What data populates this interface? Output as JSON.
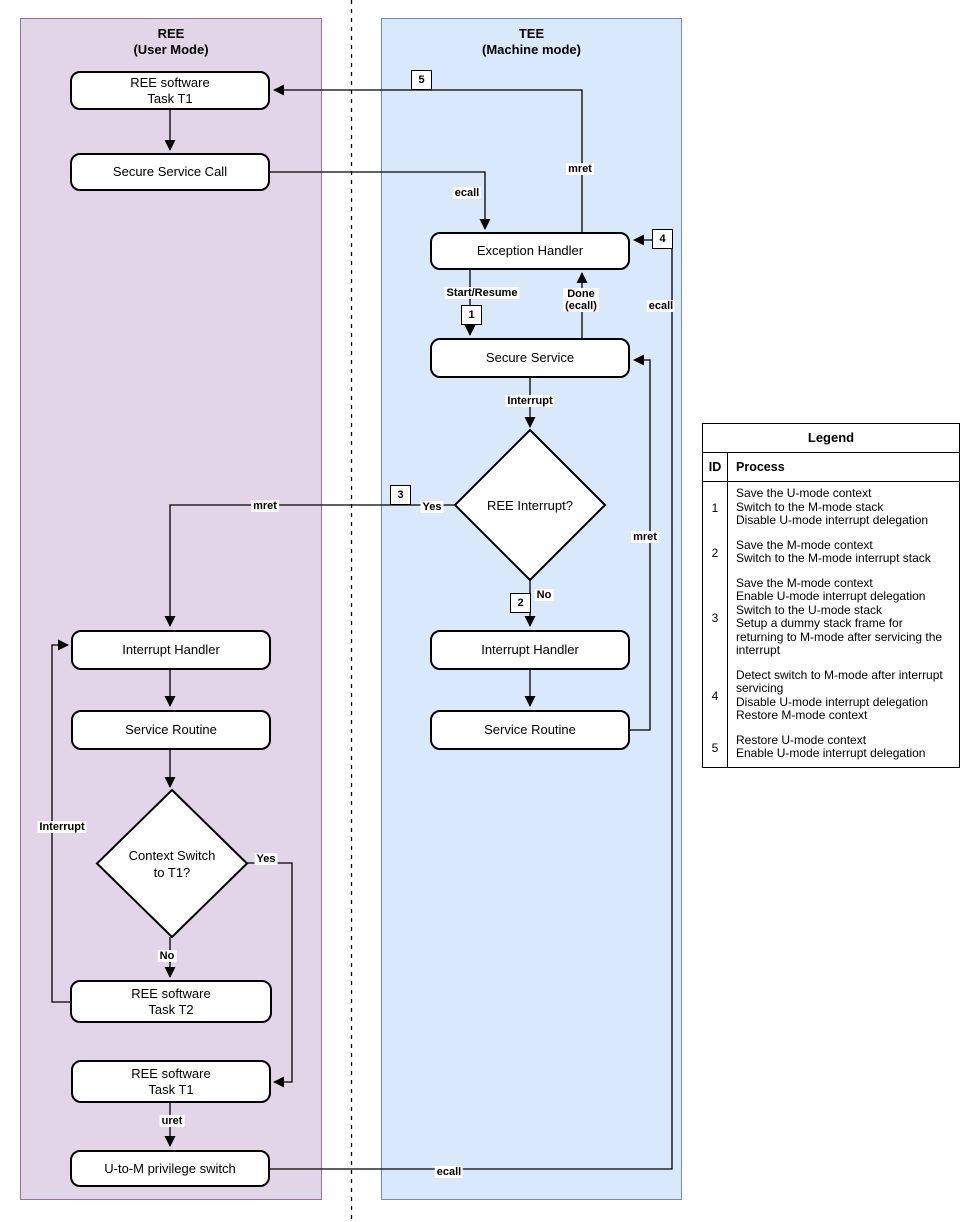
{
  "panels": {
    "ree": {
      "title": "REE",
      "subtitle": "(User Mode)",
      "fill": "#E1D5E7",
      "border": "#9673A6"
    },
    "tee": {
      "title": "TEE",
      "subtitle": "(Machine mode)",
      "fill": "#DAE8FC",
      "border": "#6C8EBF"
    }
  },
  "nodes": {
    "ree_task_t1_top": "REE software\nTask T1",
    "ree_secure_service_call": "Secure Service Call",
    "tee_exception_handler": "Exception Handler",
    "tee_secure_service": "Secure Service",
    "tee_ree_interrupt_decision": "REE Interrupt?",
    "tee_interrupt_handler": "Interrupt Handler",
    "tee_service_routine": "Service Routine",
    "ree_interrupt_handler": "Interrupt Handler",
    "ree_service_routine": "Service Routine",
    "ree_context_switch_decision": "Context Switch\nto T1?",
    "ree_task_t2": "REE software\nTask T2",
    "ree_task_t1_bottom": "REE software\nTask T1",
    "ree_u_to_m_switch": "U-to-M privilege switch"
  },
  "edge_labels": {
    "ecall_top": "ecall",
    "mret_top": "mret",
    "start_resume": "Start/Resume",
    "done_ecall": "Done\n(ecall)",
    "ecall_right": "ecall",
    "interrupt_tee": "Interrupt",
    "yes_tee": "Yes",
    "mret_cross": "mret",
    "no_tee": "No",
    "mret_right": "mret",
    "interrupt_ree": "Interrupt",
    "yes_ree": "Yes",
    "no_ree": "No",
    "uret": "uret",
    "ecall_bottom": "ecall"
  },
  "badges": {
    "b1": "1",
    "b2": "2",
    "b3": "3",
    "b4": "4",
    "b5": "5"
  },
  "legend": {
    "title": "Legend",
    "columns": {
      "id": "ID",
      "process": "Process"
    },
    "rows": [
      {
        "id": "1",
        "process": "Save the U-mode context\nSwitch to the M-mode stack\nDisable U-mode interrupt delegation"
      },
      {
        "id": "2",
        "process": "Save the M-mode context\nSwitch to the M-mode interrupt stack"
      },
      {
        "id": "3",
        "process": "Save the M-mode context\nEnable U-mode interrupt delegation\nSwitch to the U-mode stack\nSetup a dummy stack frame for returning to M-mode after servicing the interrupt"
      },
      {
        "id": "4",
        "process": "Detect switch to M-mode after interrupt servicing\nDisable U-mode interrupt delegation\nRestore M-mode context"
      },
      {
        "id": "5",
        "process": "Restore U-mode context\nEnable U-mode interrupt delegation"
      }
    ]
  }
}
